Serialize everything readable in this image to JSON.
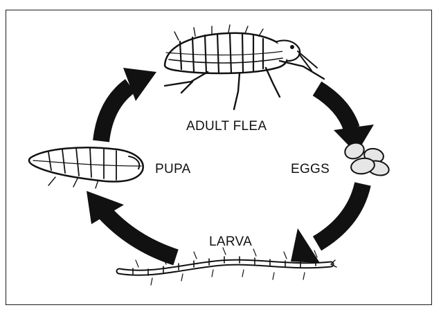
{
  "diagram": {
    "stages": {
      "adult": "ADULT FLEA",
      "eggs": "EGGS",
      "larva": "LARVA",
      "pupa": "PUPA"
    },
    "colors": {
      "ink": "#111111",
      "arrow": "#111111",
      "paper": "#ffffff",
      "egg_fill": "#e6e6e6"
    },
    "icons": [
      "flea-icon",
      "eggs-icon",
      "larva-icon",
      "pupa-icon"
    ]
  }
}
